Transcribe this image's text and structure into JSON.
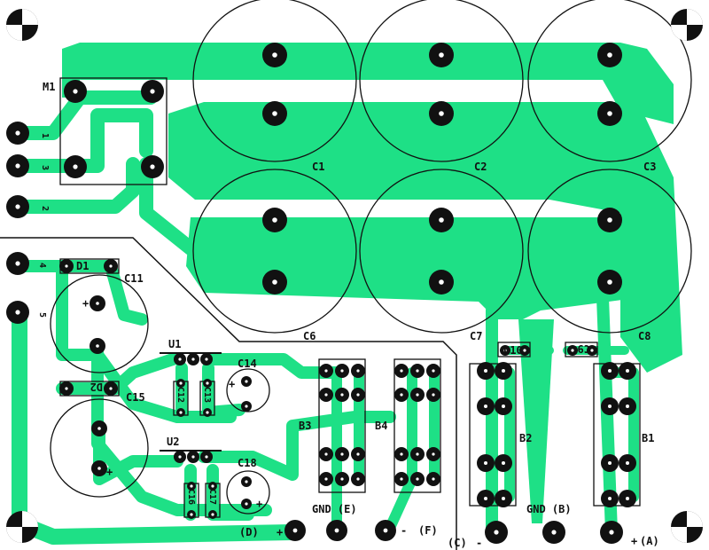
{
  "board": {
    "background": "#ffffff",
    "copper_color": "#1ee086",
    "silk_color": "#111111"
  },
  "capacitors_large": [
    "C1",
    "C2",
    "C3",
    "C6",
    "C7",
    "C8"
  ],
  "module": {
    "ref": "M1",
    "pins": [
      "1",
      "3",
      "2"
    ]
  },
  "inputs": {
    "pin4": "4",
    "pin5": "5"
  },
  "small_parts": {
    "d1": "D1",
    "d2": "D2",
    "c11": "C11",
    "c15": "C15",
    "u1": "U1",
    "u2": "U2",
    "c14": "C14",
    "c18": "C18",
    "c12": "C12",
    "c13": "C13",
    "c16": "C16",
    "c17": "C17",
    "c10": "C10",
    "c9": "C9",
    "b1": "B1",
    "b2": "B2",
    "b3": "B3",
    "b4": "B4",
    "plus": "+"
  },
  "terminals": {
    "d": "(D)",
    "d_sign": "+",
    "gnd_e": "GND (E)",
    "f": "(F)",
    "f_sign": "-",
    "c": "(C)",
    "c_sign": "-",
    "gnd_b": "GND (B)",
    "a": "(A)",
    "a_sign": "+"
  }
}
